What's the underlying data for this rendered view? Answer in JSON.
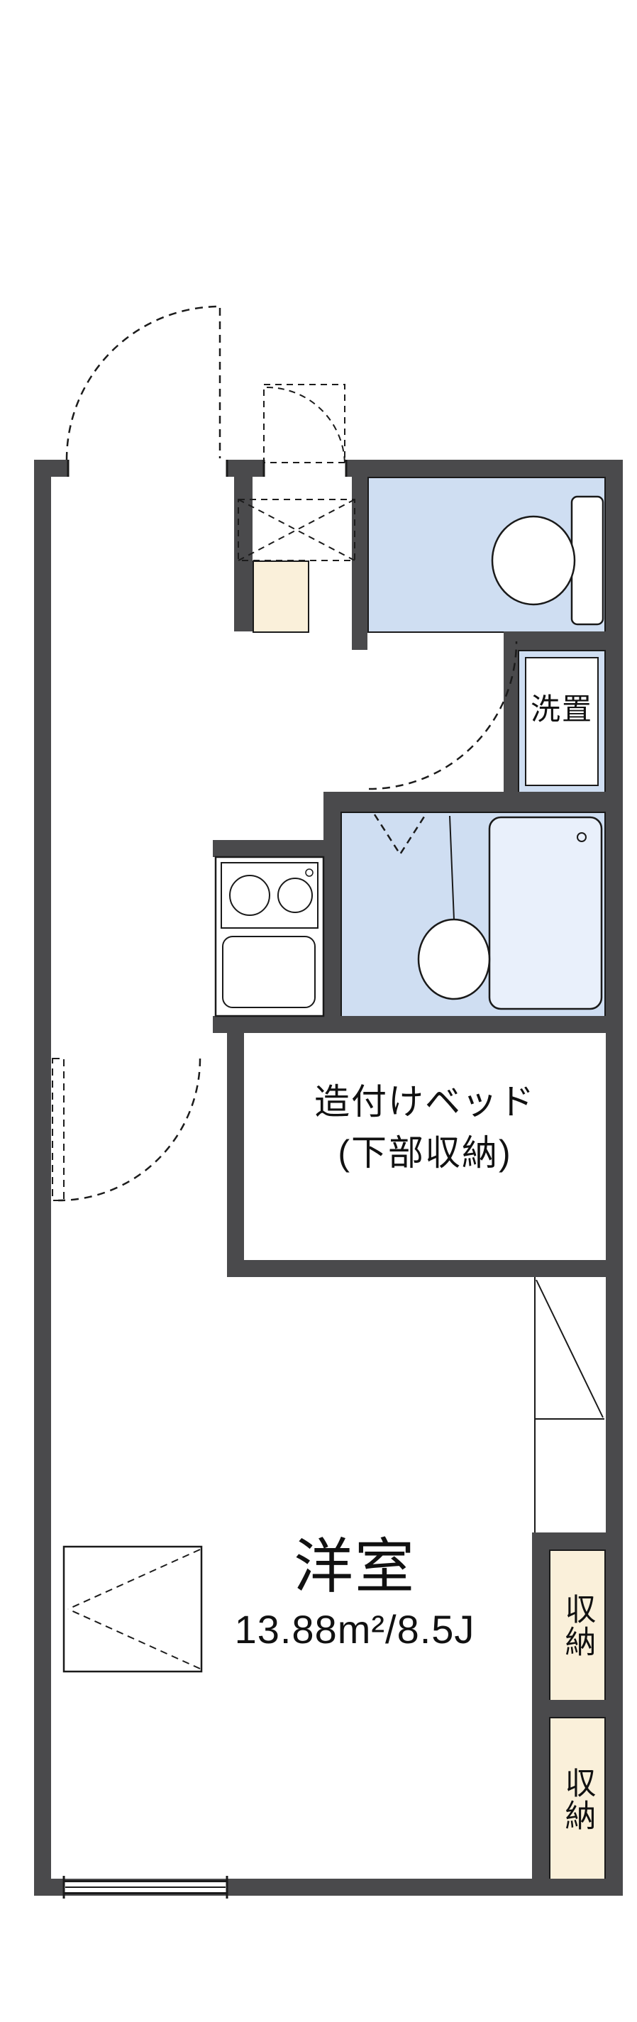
{
  "plan": {
    "labels": {
      "washer": "洗置",
      "bed_line1": "造付けベッド",
      "bed_line2": "(下部収納)",
      "room_name": "洋室",
      "room_area": "13.88m²/8.5J",
      "storage_top": "収納",
      "storage_bottom": "収納"
    },
    "colors": {
      "wall": "#4a4a4c",
      "wet_area": "#cfdef2",
      "storage_fill": "#faf0da",
      "line": "#1a1a1a",
      "background": "#ffffff"
    }
  }
}
